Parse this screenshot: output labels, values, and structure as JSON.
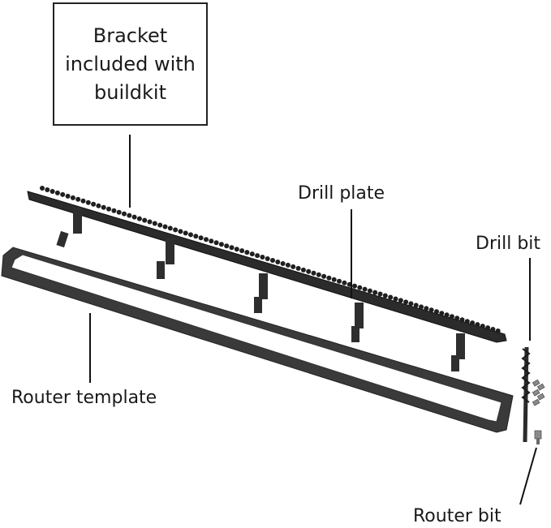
{
  "callout": {
    "text": "Bracket included with buildkit"
  },
  "labels": {
    "drill_plate": "Drill plate",
    "drill_bit": "Drill bit",
    "router_template": "Router template",
    "router_bit": "Router bit"
  },
  "colors": {
    "metal_dark": "#2b2b2b",
    "metal_mid": "#3a3a3a",
    "line": "#111111"
  }
}
